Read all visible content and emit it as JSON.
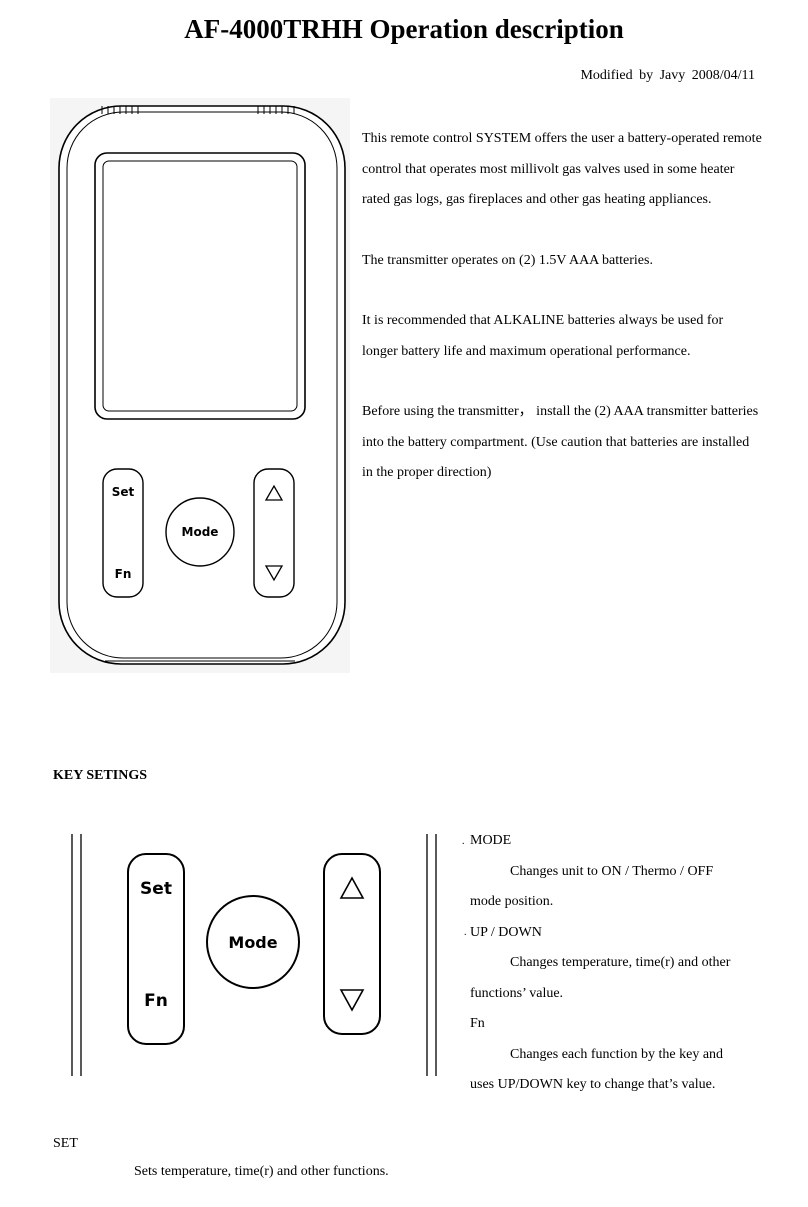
{
  "title": "AF-4000TRHH Operation description",
  "modified": "Modified by Javy 2008/04/11",
  "intro": {
    "p1": "This remote control SYSTEM offers the user a battery-operated remote control that operates most millivolt gas valves used in some heater rated gas logs, gas fireplaces and other gas heating appliances.",
    "p2": "The transmitter operates on (2) 1.5V AAA batteries.",
    "p3": "It is recommended that ALKALINE batteries always be used for longer battery life and maximum operational performance.",
    "p4": "Before using the transmitter， install the (2) AAA transmitter batteries into the battery compartment. (Use caution that batteries are installed in the proper direction)"
  },
  "remote": {
    "set_label": "Set",
    "fn_label": "Fn",
    "mode_label": "Mode",
    "up_icon": "up-triangle-icon",
    "down_icon": "down-triangle-icon"
  },
  "key_settings": {
    "heading": "KEY SETINGS",
    "mode_title": "MODE",
    "mode_desc_1": "Changes unit to ON / Thermo / OFF",
    "mode_desc_2": "mode position.",
    "updown_title": "UP / DOWN",
    "updown_desc_1": "Changes temperature, time(r) and other",
    "updown_desc_2": "functions’ value.",
    "fn_title": "Fn",
    "fn_desc_1": "Changes each function by the key and",
    "fn_desc_2": "uses UP/DOWN key to change that’s value.",
    "set_title": "SET",
    "set_desc": "Sets temperature, time(r) and other functions."
  }
}
